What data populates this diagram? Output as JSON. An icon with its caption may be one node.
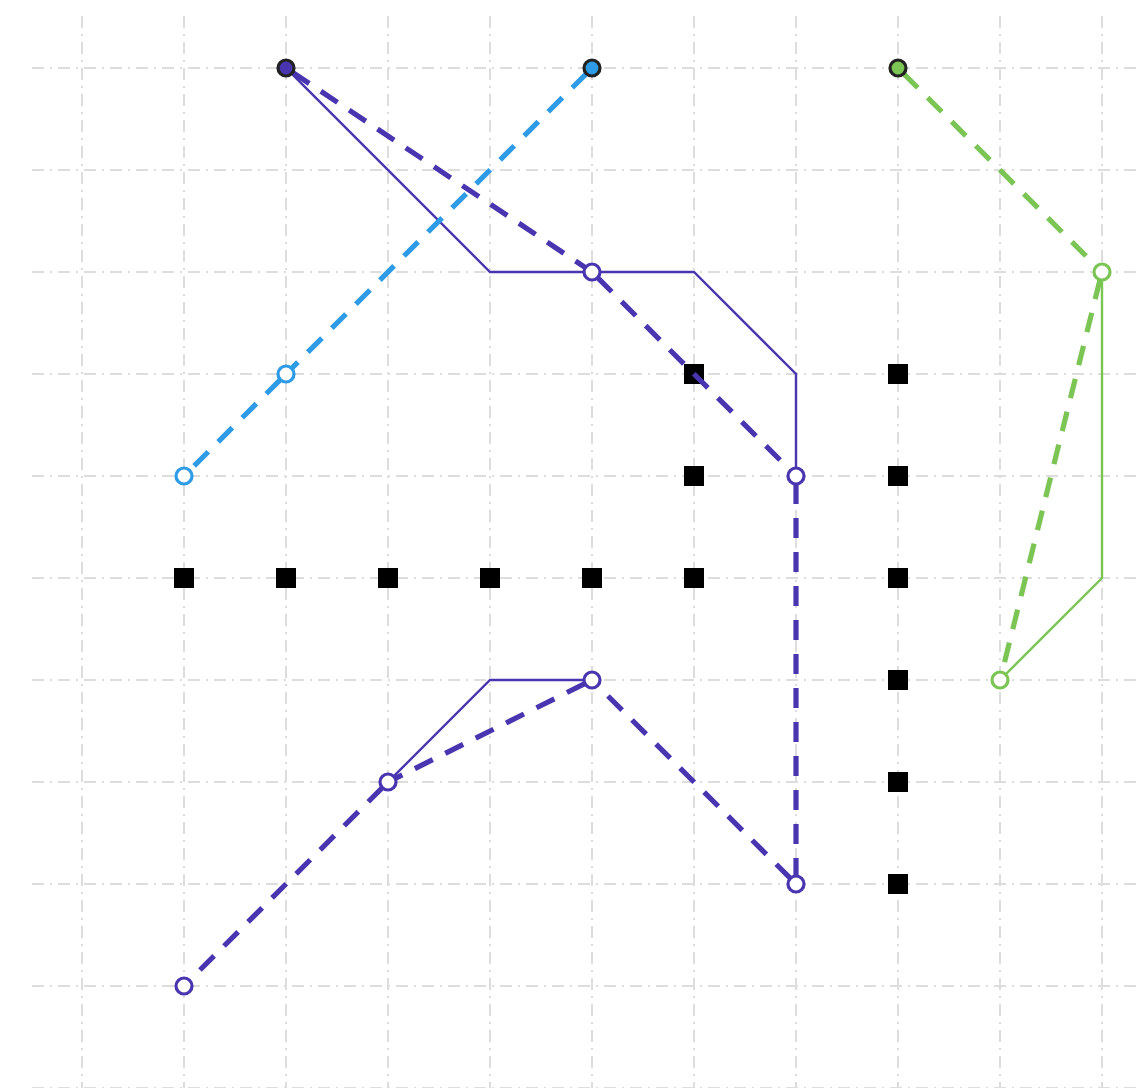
{
  "diagram": {
    "nodes": [
      {
        "text": [],
        "shape": "circle"
      },
      {
        "text": [],
        "shape": "circle"
      },
      {
        "text": [],
        "shape": "circle"
      },
      {
        "text": [],
        "shape": "circle"
      },
      {
        "text": [],
        "shape": "circle"
      },
      {
        "text": [],
        "shape": "circle"
      },
      {
        "text": [],
        "shape": "circle"
      },
      {
        "text": [],
        "shape": "circle"
      },
      {
        "text": [],
        "shape": "circle"
      },
      {
        "text": [],
        "shape": "circle"
      },
      {
        "text": [],
        "shape": "circle"
      },
      {
        "text": [],
        "shape": "circle"
      },
      {
        "text": [],
        "shape": "circle"
      }
    ],
    "edges": [
      {
        "from": 0,
        "to": 3,
        "arrow": "none",
        "style": "dashed"
      },
      {
        "from": 3,
        "to": 7,
        "arrow": "none",
        "style": "dashed"
      },
      {
        "from": 7,
        "to": 11,
        "arrow": "none",
        "style": "dashed"
      },
      {
        "from": 11,
        "to": 8,
        "arrow": "none",
        "style": "dashed"
      },
      {
        "from": 8,
        "to": 10,
        "arrow": "none",
        "style": "dashed"
      },
      {
        "from": 10,
        "to": 12,
        "arrow": "none",
        "style": "dashed"
      },
      {
        "from": 0,
        "to": 3,
        "arrow": "none"
      },
      {
        "from": 3,
        "to": 7,
        "arrow": "none"
      },
      {
        "from": 8,
        "to": 10,
        "arrow": "none"
      },
      {
        "from": 1,
        "to": 5,
        "arrow": "none",
        "style": "dashed",
        "color": "#2e9be6"
      },
      {
        "from": 5,
        "to": 6,
        "arrow": "none",
        "style": "dashed",
        "color": "#2e9be6"
      },
      {
        "from": 2,
        "to": 4,
        "arrow": "none",
        "style": "dashed",
        "color": "#7ac554"
      },
      {
        "from": 4,
        "to": 9,
        "arrow": "none",
        "style": "dashed",
        "color": "#7ac554"
      },
      {
        "from": 4,
        "to": 9,
        "arrow": "none",
        "color": "#7ac554"
      }
    ]
  }
}
